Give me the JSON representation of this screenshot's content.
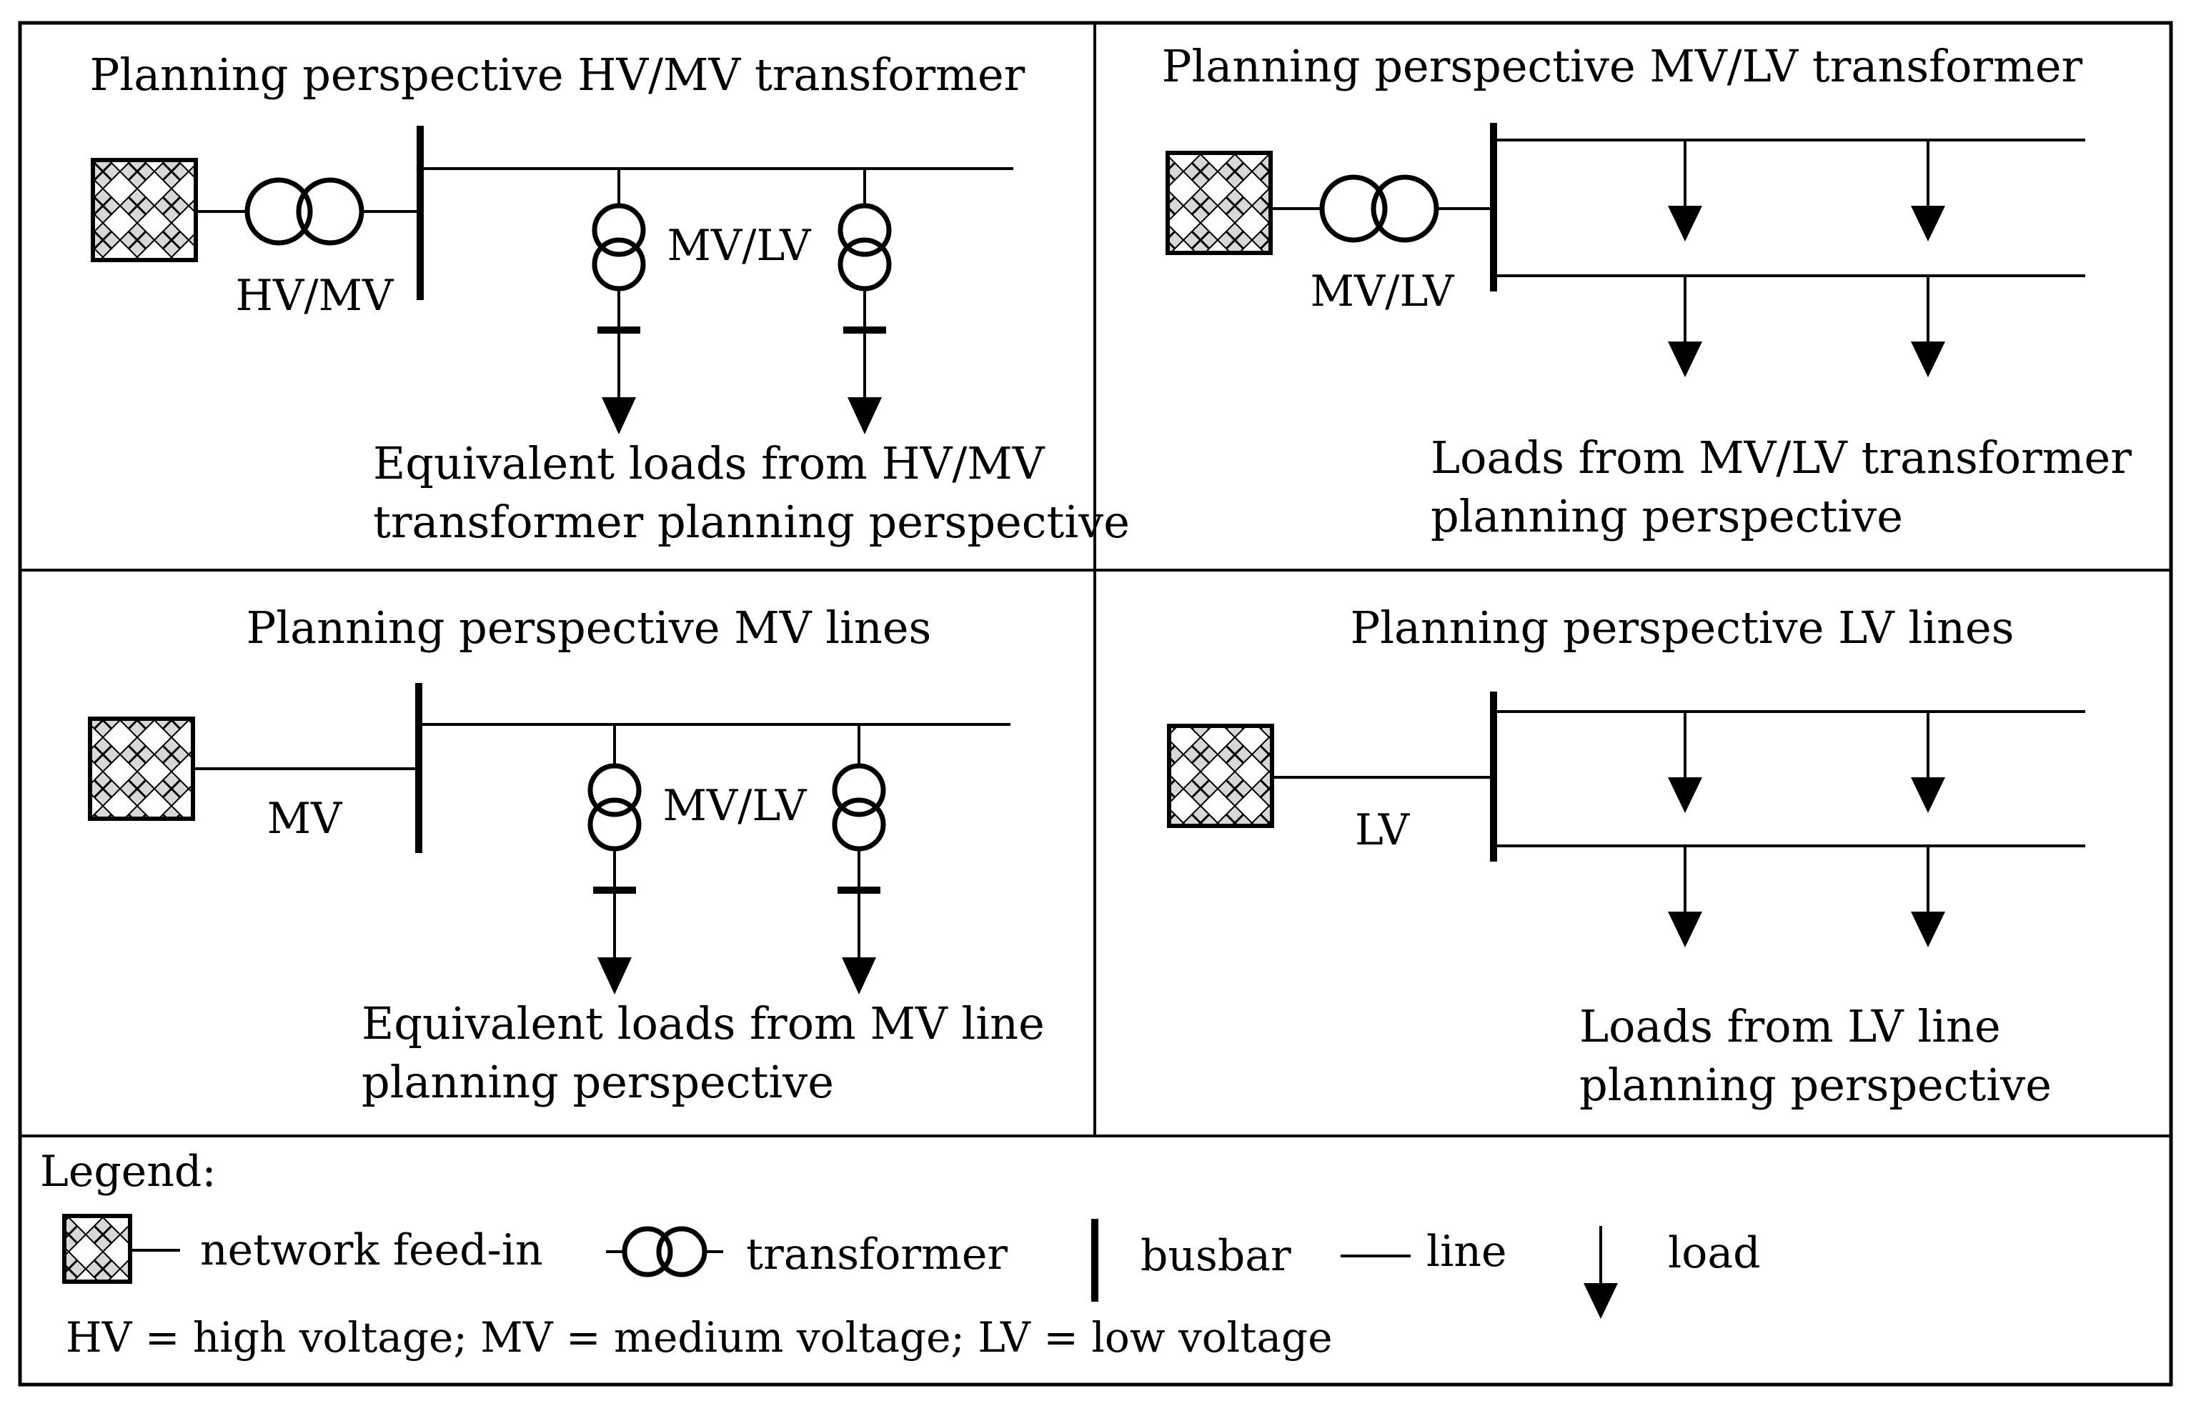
{
  "panels": {
    "hv_mv_transformer": {
      "title": "Planning perspective HV/MV transformer",
      "feed_label": "HV/MV",
      "branch_label": "MV/LV",
      "caption_line1": "Equivalent loads from HV/MV",
      "caption_line2": "transformer planning perspective"
    },
    "mv_lv_transformer": {
      "title": "Planning perspective MV/LV transformer",
      "feed_label": "MV/LV",
      "caption_line1": "Loads from MV/LV transformer",
      "caption_line2": "planning perspective"
    },
    "mv_lines": {
      "title": "Planning perspective MV lines",
      "feed_label": "MV",
      "branch_label": "MV/LV",
      "caption_line1": "Equivalent loads from MV line",
      "caption_line2": "planning perspective"
    },
    "lv_lines": {
      "title": "Planning perspective LV lines",
      "feed_label": "LV",
      "caption_line1": "Loads from LV line",
      "caption_line2": "planning perspective"
    }
  },
  "legend": {
    "heading": "Legend:",
    "network_feed_in": "network feed-in",
    "transformer": "transformer",
    "busbar": "busbar",
    "line": "line",
    "load": "load",
    "abbreviations": "HV = high voltage; MV = medium voltage; LV = low voltage"
  },
  "icons": [
    "network-feed-in-icon",
    "transformer-icon",
    "busbar-icon",
    "line-icon",
    "load-icon"
  ]
}
